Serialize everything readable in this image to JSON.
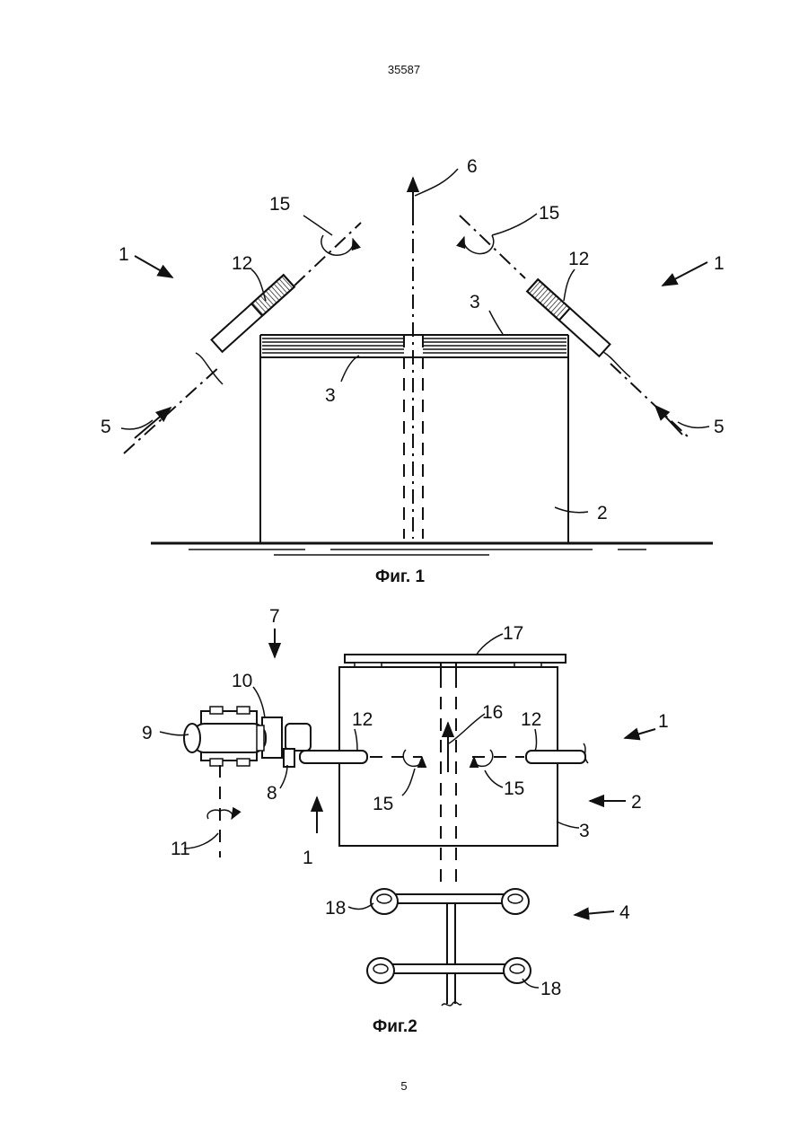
{
  "page": {
    "header_number": "35587",
    "footer_number": "5"
  },
  "figure1": {
    "caption": "Фиг. 1",
    "labels": {
      "l1_left": "1",
      "l1_right": "1",
      "l2": "2",
      "l3_top": "3",
      "l3_lower": "3",
      "l5_left": "5",
      "l5_right": "5",
      "l6": "6",
      "l12_left": "12",
      "l12_right": "12",
      "l15_left": "15",
      "l15_right": "15"
    }
  },
  "figure2": {
    "caption": "Фиг.2",
    "labels": {
      "l1_right": "1",
      "l1_bottom": "1",
      "l2": "2",
      "l3": "3",
      "l4": "4",
      "l7": "7",
      "l8": "8",
      "l9": "9",
      "l10": "10",
      "l11": "11",
      "l12_left": "12",
      "l12_right": "12",
      "l15_left": "15",
      "l15_right": "15",
      "l16": "16",
      "l17": "17",
      "l18_left": "18",
      "l18_right": "18"
    }
  }
}
